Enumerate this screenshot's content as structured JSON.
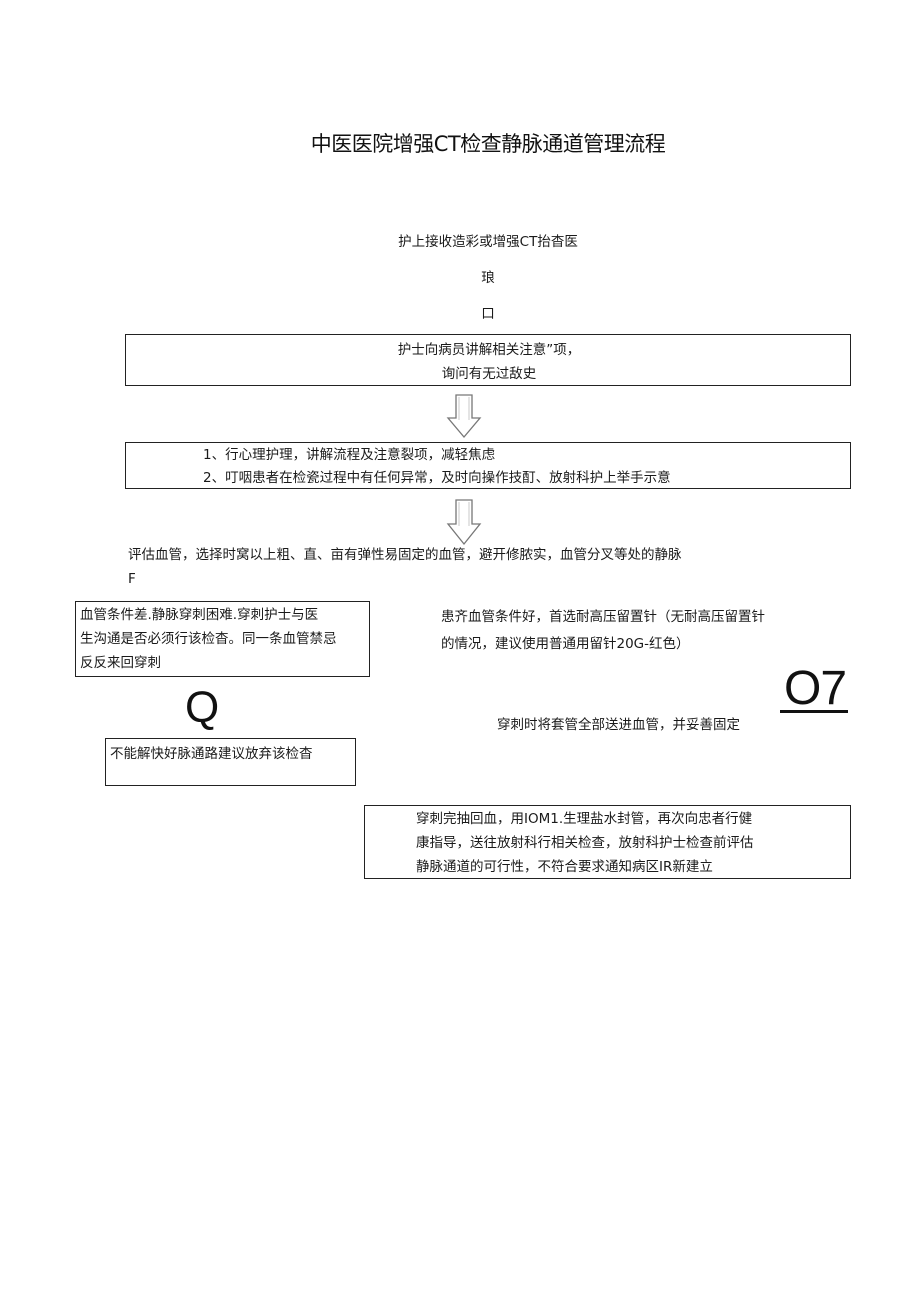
{
  "title": "中医医院增强CT检查静脉通道管理流程",
  "step1": {
    "line1": "护上接收造彩或增强CT抬杳医",
    "line2": "琅",
    "line3": "口"
  },
  "box1": {
    "line1": "护士向病员讲解相关注意”项，",
    "line2": "询问有无过敌史"
  },
  "box2": {
    "line1": "1、行心理护理，讲解流程及注意裂项，减轻焦虑",
    "line2": "2、叮咽患者在检瓷过程中有任何异常，及时向操作技酊、放射科护上举手示意"
  },
  "assess": {
    "line1": "评估血管，选择时窝以上粗、直、亩有弹性易固定的血管，避开修脓实，血管分叉等处的静脉",
    "line2": "F"
  },
  "left_box": {
    "line1": "血管条件差.静脉穿刺困难.穿刺护士与医",
    "line2": "生沟通是否必须行该检杳。同一条血管禁忌",
    "line3": "反反来回穿刺"
  },
  "right_text": {
    "line1": "患齐血管条件好，首选耐高压留置针（无耐高压留置针",
    "line2": "的情况，建议使用普通用留针20G-红色）"
  },
  "glyph_q": "Q",
  "glyph_o7": "O7",
  "fixed_text": "穿刺时将套管全部送进血管，并妥善固定",
  "abandon_box": "不能解快好脉通路建议放弃该检杳",
  "final_box": {
    "line1": "穿刺完抽回血，用IOM1.生理盐水封管，再次向忠者行健",
    "line2": "康指导，送往放射科行相关检查，放射科护士检查前评估",
    "line3": "静脉通道的可行性，不符合要求通知病区IR新建立"
  },
  "icons": {
    "arrow1": "down-arrow-icon",
    "arrow2": "down-arrow-icon"
  }
}
